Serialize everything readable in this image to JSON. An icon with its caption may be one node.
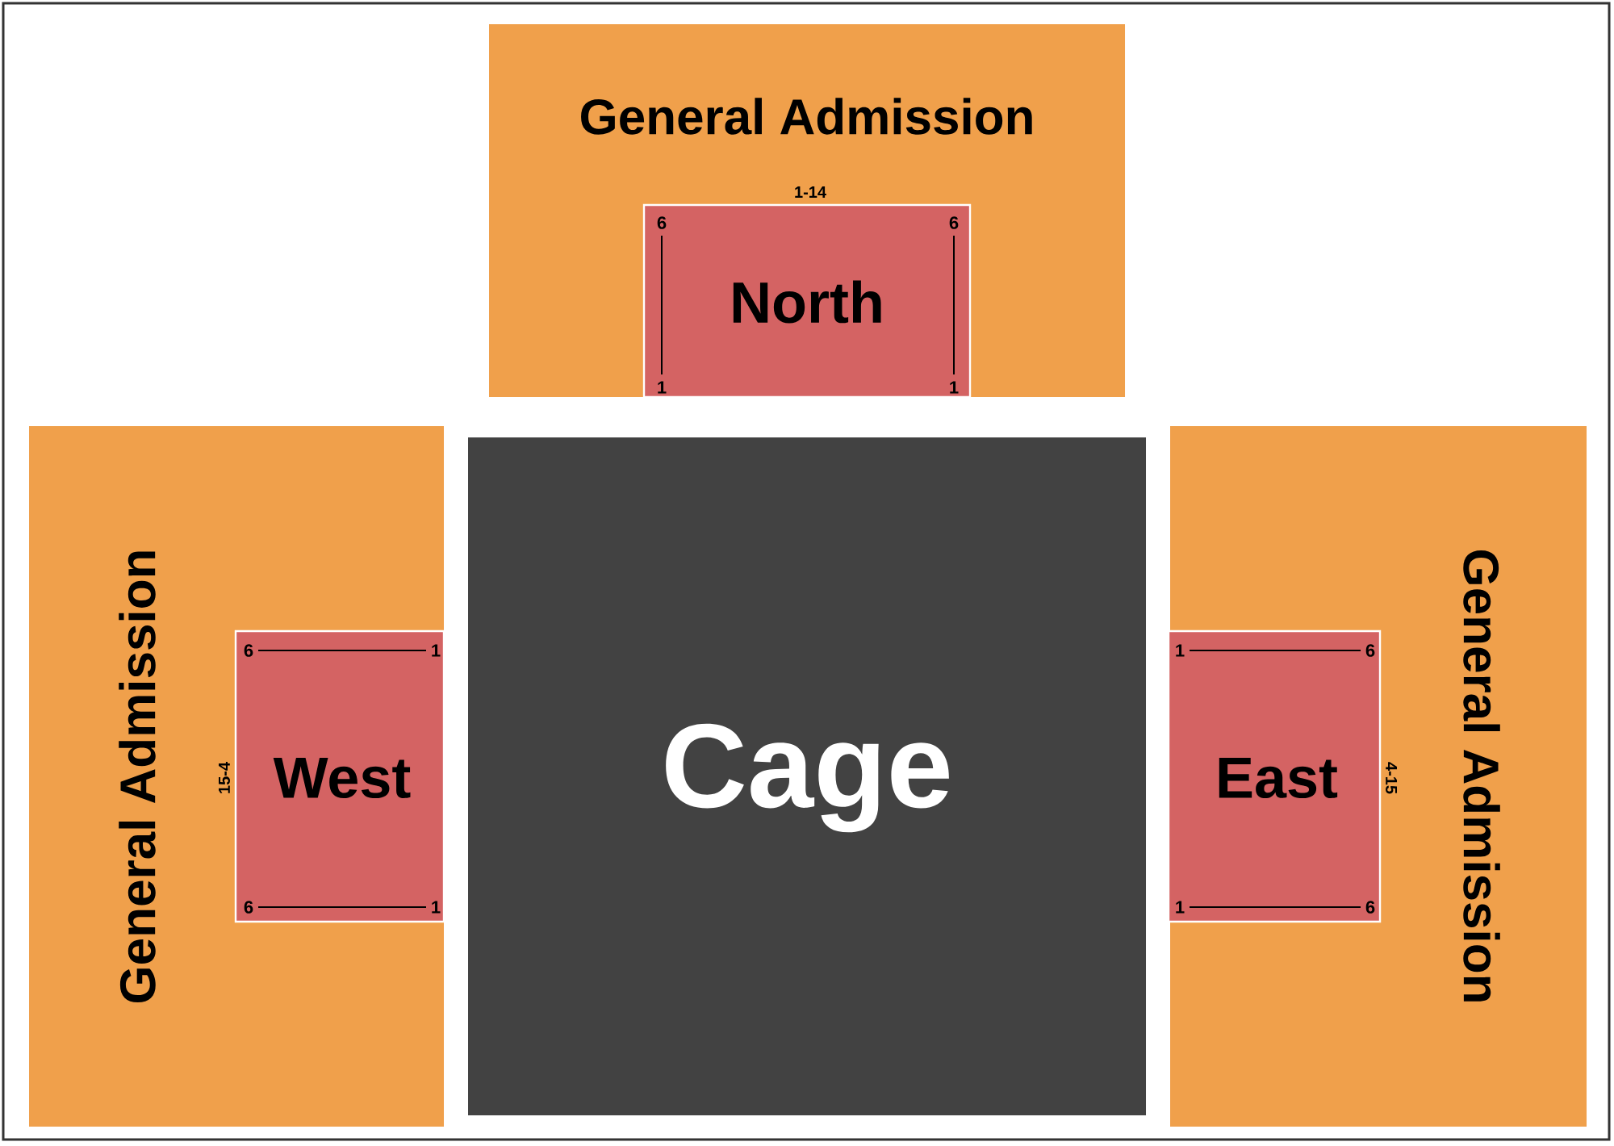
{
  "diagram": {
    "nodes": [
      {
        "text": [
          "General Admission"
        ]
      },
      {
        "text": [
          "North"
        ],
        "in": 0,
        "beside": [
          "1-14"
        ]
      },
      {
        "text": [
          "General Admission"
        ]
      },
      {
        "text": [
          "West"
        ],
        "in": 2,
        "beside": [
          "15-4"
        ]
      },
      {
        "text": [
          "Cage"
        ]
      },
      {
        "text": [
          "General Admission"
        ]
      },
      {
        "text": [
          "East"
        ],
        "in": 5,
        "beside": [
          "4-15"
        ]
      }
    ],
    "labels": [
      "6",
      "6",
      "1",
      "1",
      "6",
      "1",
      "6",
      "1",
      "1",
      "6",
      "1",
      "6"
    ]
  }
}
